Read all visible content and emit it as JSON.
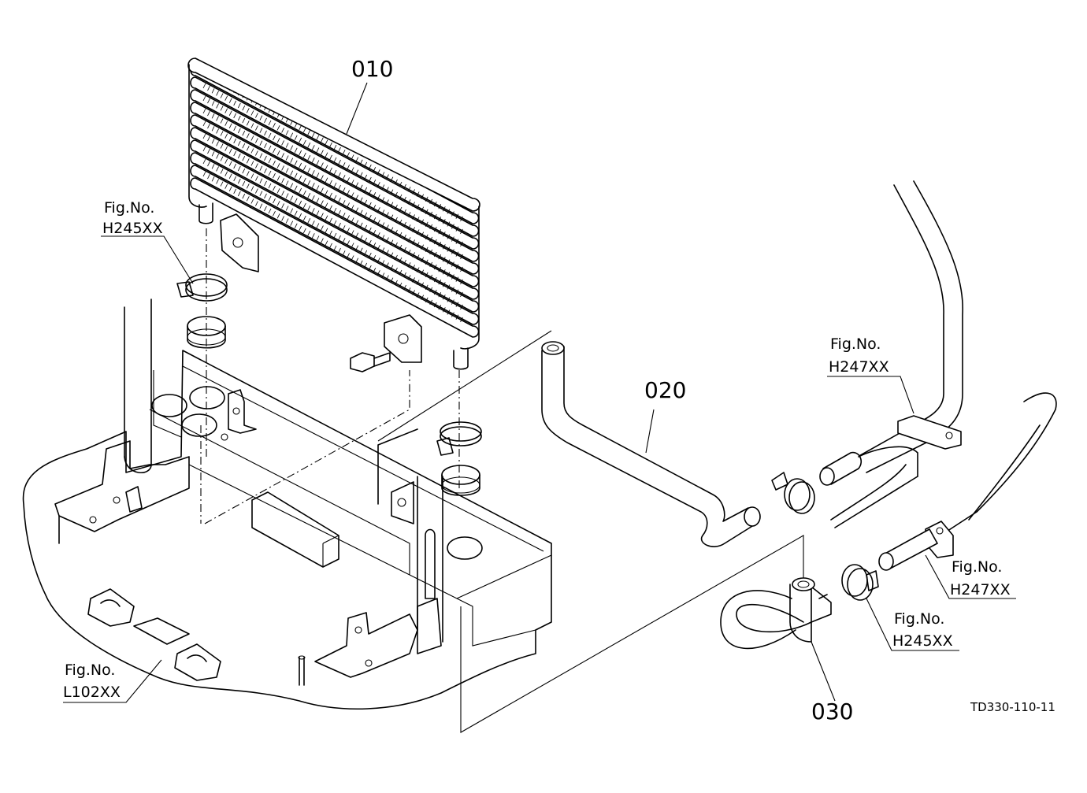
{
  "parts": {
    "p010": "010",
    "p020": "020",
    "p030": "030"
  },
  "figure_refs": {
    "fig_a": {
      "prefix": "Fig.No.",
      "code": "H245XX"
    },
    "fig_b": {
      "prefix": "Fig.No.",
      "code": "H247XX"
    },
    "fig_c": {
      "prefix": "Fig.No.",
      "code": "H247XX"
    },
    "fig_d": {
      "prefix": "Fig.No.",
      "code": "H245XX"
    },
    "fig_e": {
      "prefix": "Fig.No.",
      "code": "L102XX"
    }
  },
  "drawing_code": "TD330-110-11"
}
